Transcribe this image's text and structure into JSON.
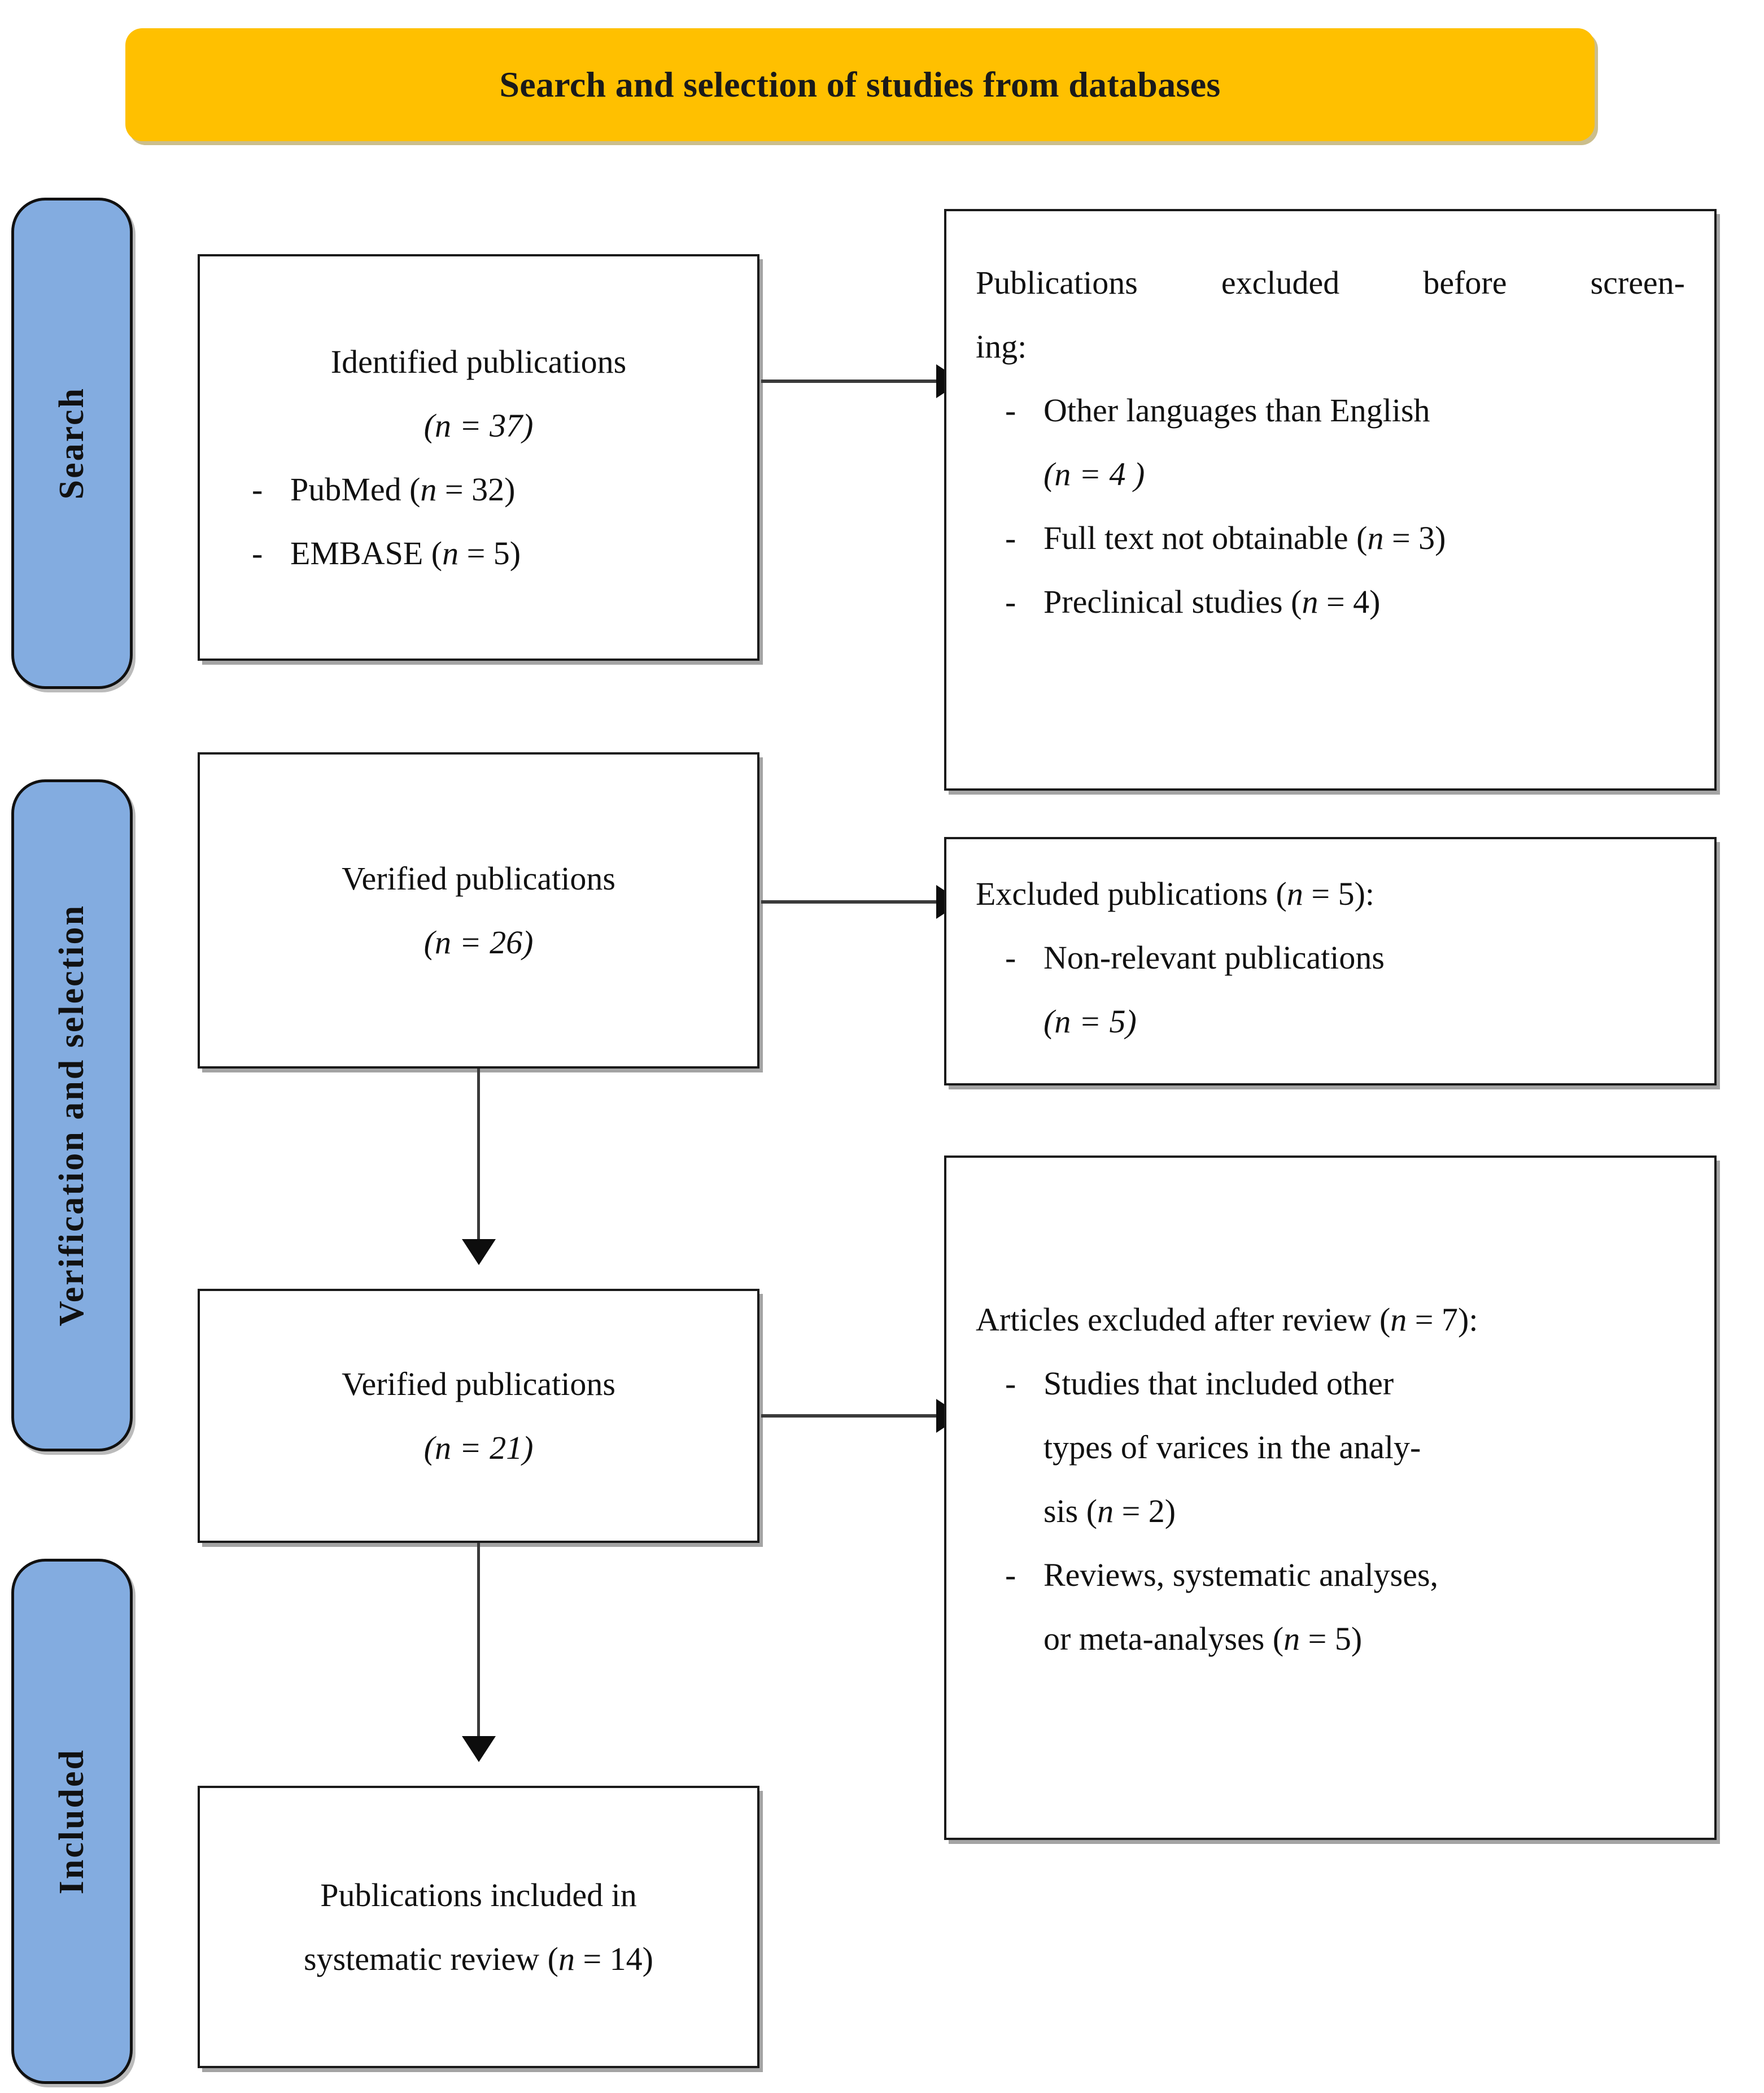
{
  "title": {
    "text": "Search and selection of studies from databases",
    "background_color": "#FFC000"
  },
  "stages": [
    {
      "label": "Search"
    },
    {
      "label": "Verification and selection"
    },
    {
      "label": "Included"
    }
  ],
  "stage_color": "#83ACE0",
  "boxes": {
    "identified": {
      "heading": "Identified publications",
      "count_line": "(n = 37)",
      "bullets": [
        {
          "marker": "-",
          "text": "PubMed (n = 32)"
        },
        {
          "marker": "-",
          "text": "EMBASE (n = 5)"
        }
      ]
    },
    "excluded_before_screening": {
      "heading_line1": "Publications  excluded  before  screen-",
      "heading_line2": "ing:",
      "bullets": [
        {
          "marker": "-",
          "text": "Other languages than English"
        },
        {
          "marker": "",
          "text": "(n = 4 )"
        },
        {
          "marker": "-",
          "text": "Full text not obtainable (n = 3)"
        },
        {
          "marker": "-",
          "text": "Preclinical studies (n = 4)"
        }
      ]
    },
    "verified_26": {
      "heading": "Verified publications",
      "count_line": "(n = 26)"
    },
    "excluded_publications": {
      "heading": "Excluded publications (n = 5):",
      "bullets": [
        {
          "marker": "-",
          "text": "Non-relevant publications"
        },
        {
          "marker": "",
          "text": "(n = 5)"
        }
      ]
    },
    "verified_21": {
      "heading": "Verified publications",
      "count_line": "(n = 21)"
    },
    "articles_excluded_after_review": {
      "heading": "Articles excluded after review (n = 7):",
      "bullets": [
        {
          "marker": "-",
          "text": "Studies that included other"
        },
        {
          "marker": "",
          "text": "types of varices in the analy-"
        },
        {
          "marker": "",
          "text": "sis (n = 2)"
        },
        {
          "marker": "-",
          "text": "Reviews, systematic analyses,"
        },
        {
          "marker": "",
          "text": "or meta-analyses (n = 5)"
        }
      ]
    },
    "included_final": {
      "line1": "Publications included in",
      "line2": "systematic review (n = 14)"
    }
  }
}
